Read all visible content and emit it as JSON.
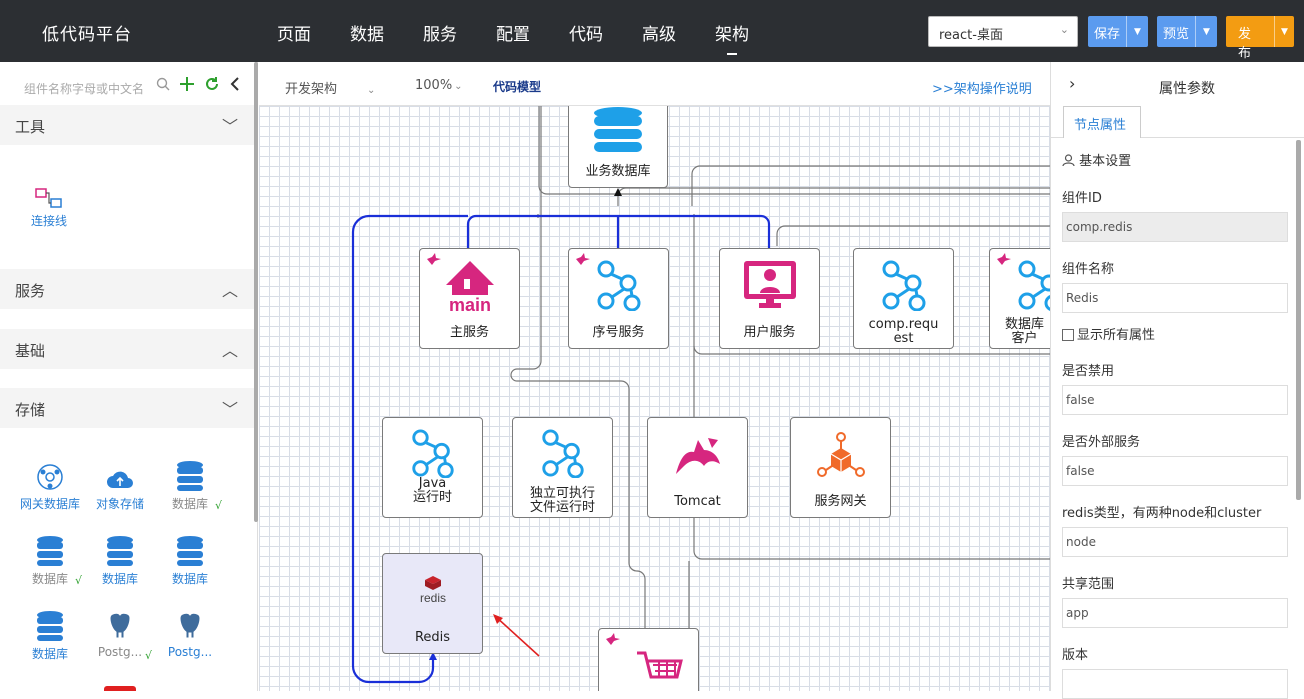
{
  "app": {
    "title": "低代码平台"
  },
  "nav": [
    {
      "label": "页面"
    },
    {
      "label": "数据"
    },
    {
      "label": "服务"
    },
    {
      "label": "配置"
    },
    {
      "label": "代码"
    },
    {
      "label": "高级"
    },
    {
      "label": "架构"
    }
  ],
  "env": {
    "value": "react-桌面"
  },
  "actions": {
    "save": "保存",
    "preview": "预览",
    "publish": "发布"
  },
  "left": {
    "search_placeholder": "组件名称字母或中文名",
    "sections": {
      "tools": "工具",
      "services": "服务",
      "basic": "基础",
      "storage": "存储"
    },
    "tools": [
      {
        "label": "连接线"
      }
    ],
    "storage": [
      {
        "label": "网关数据库"
      },
      {
        "label": "对象存储"
      },
      {
        "label": "数据库"
      },
      {
        "label": "数据库"
      },
      {
        "label": "数据库"
      },
      {
        "label": "数据库"
      },
      {
        "label": "数据库"
      },
      {
        "label": "Postg..."
      },
      {
        "label": "Postg..."
      }
    ],
    "check": "√"
  },
  "toolbar": {
    "view": "开发架构",
    "zoom": "100%",
    "model": "代码模型",
    "help": ">>架构操作说明"
  },
  "canvas": {
    "nodes": {
      "db": "业务数据库",
      "main": "主服务",
      "seq": "序号服务",
      "user": "用户服务",
      "request": [
        "comp.requ",
        "est"
      ],
      "dbclient": [
        "数据库",
        "客户"
      ],
      "java": [
        "Java",
        "运行时"
      ],
      "exec": [
        "独立可执行",
        "文件运行时"
      ],
      "tomcat": "Tomcat",
      "gateway": "服务网关",
      "redis": "Redis",
      "redis_logo": "redis",
      "main_logo": "main"
    }
  },
  "right": {
    "title": "属性参数",
    "tab": "节点属性",
    "section": "基本设置",
    "fields": {
      "id_label": "组件ID",
      "id_value": "comp.redis",
      "name_label": "组件名称",
      "name_value": "Redis",
      "show_all": "显示所有属性",
      "disabled_label": "是否禁用",
      "disabled_value": "false",
      "external_label": "是否外部服务",
      "external_value": "false",
      "type_label": "redis类型，有两种node和cluster",
      "type_value": "node",
      "scope_label": "共享范围",
      "scope_value": "app",
      "version_label": "版本"
    }
  },
  "colors": {
    "accent": "#5b9bef",
    "publish": "#f39c12",
    "connector": "#1a2fd8",
    "brand_pink": "#d6267f"
  }
}
